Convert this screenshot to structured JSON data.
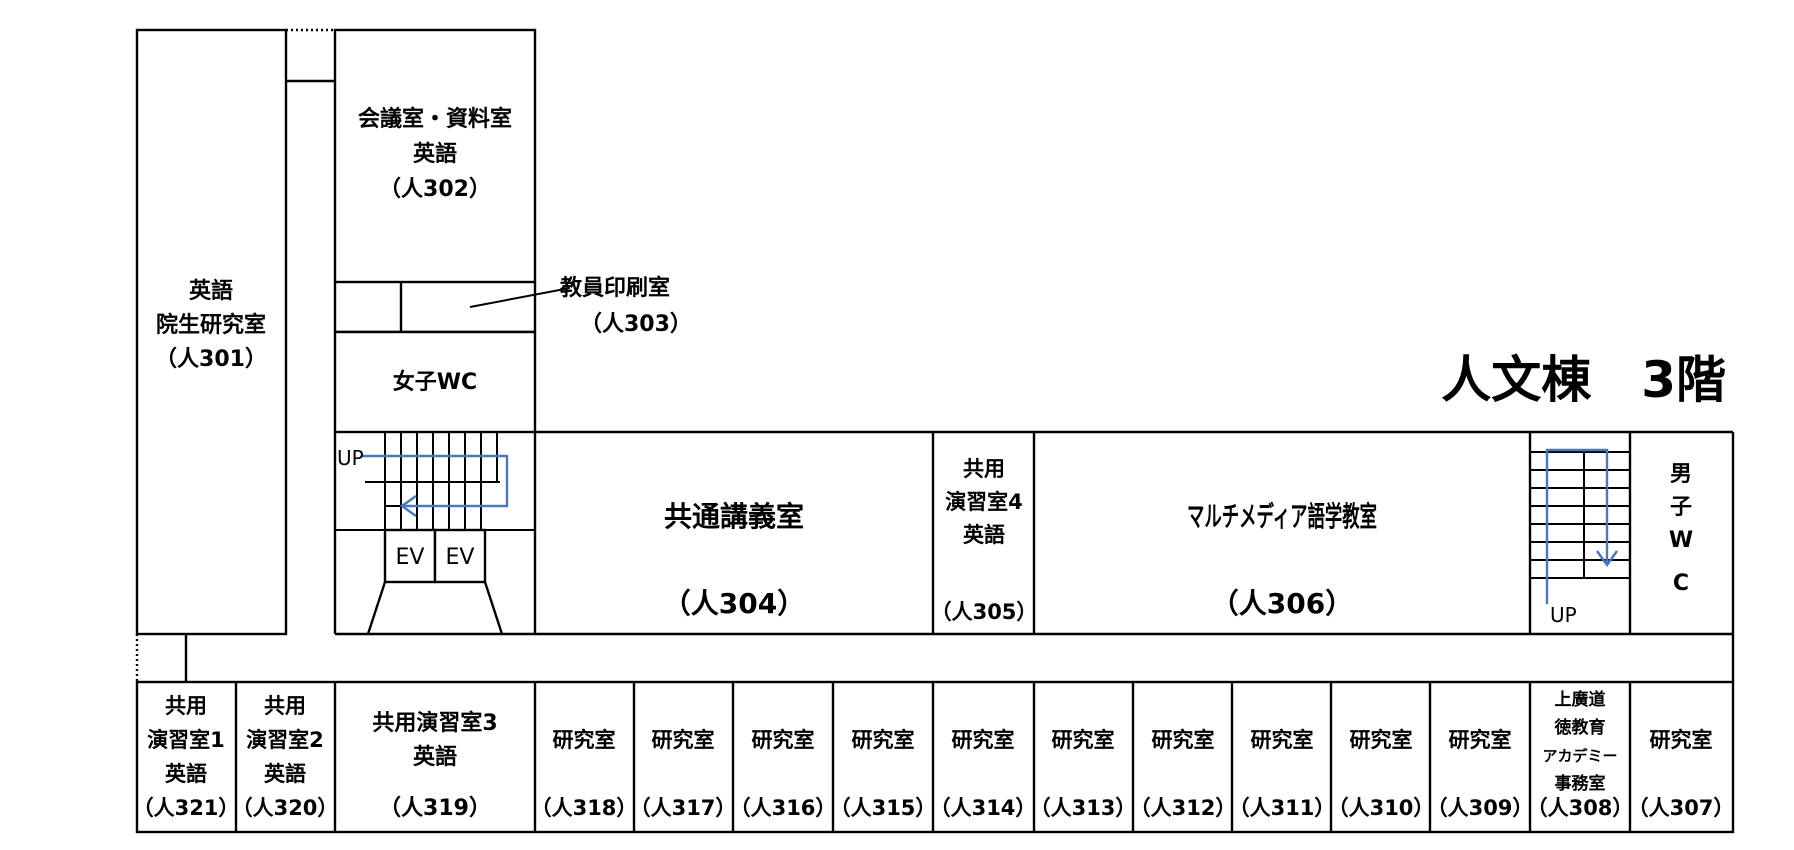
{
  "title": "人文棟　3階",
  "rooms": {
    "r301": {
      "lines": [
        "英語",
        "院生研究室",
        "（人301）"
      ]
    },
    "r302": {
      "lines": [
        "会議室・資料室",
        "英語",
        "（人302）"
      ]
    },
    "r303": {
      "lines": [
        "教員印刷室",
        "（人303）"
      ]
    },
    "womens_wc": {
      "lines": [
        "女子WC"
      ]
    },
    "elevators": [
      "EV",
      "EV"
    ],
    "stair_left_up": "UP",
    "stair_right_up": "UP",
    "r304": {
      "name": "共通講義室",
      "num": "（人304）"
    },
    "r305": {
      "lines": [
        "共用",
        "演習室4",
        "英語"
      ],
      "num": "（人305）"
    },
    "r306": {
      "name": "マルチメディア語学教室",
      "num": "（人306）"
    },
    "mens_wc": {
      "lines": [
        "男",
        "子",
        "W",
        "C"
      ]
    },
    "r321": {
      "lines": [
        "共用",
        "演習室1",
        "英語",
        "（人321）"
      ]
    },
    "r320": {
      "lines": [
        "共用",
        "演習室2",
        "英語",
        "（人320）"
      ]
    },
    "r319": {
      "lines": [
        "共用演習室3",
        "英語"
      ],
      "num": "（人319）"
    },
    "labs": [
      {
        "name": "研究室",
        "num": "（人318）"
      },
      {
        "name": "研究室",
        "num": "（人317）"
      },
      {
        "name": "研究室",
        "num": "（人316）"
      },
      {
        "name": "研究室",
        "num": "（人315）"
      },
      {
        "name": "研究室",
        "num": "（人314）"
      },
      {
        "name": "研究室",
        "num": "（人313）"
      },
      {
        "name": "研究室",
        "num": "（人312）"
      },
      {
        "name": "研究室",
        "num": "（人311）"
      },
      {
        "name": "研究室",
        "num": "（人310）"
      },
      {
        "name": "研究室",
        "num": "（人309）"
      }
    ],
    "r308": {
      "lines": [
        "上廣道",
        "徳教育",
        "アカデミー",
        "事務室",
        "（人308）"
      ]
    },
    "r307": {
      "name": "研究室",
      "num": "（人307）"
    }
  },
  "colors": {
    "arrow": "#4a78b8",
    "wall": "#000000"
  }
}
